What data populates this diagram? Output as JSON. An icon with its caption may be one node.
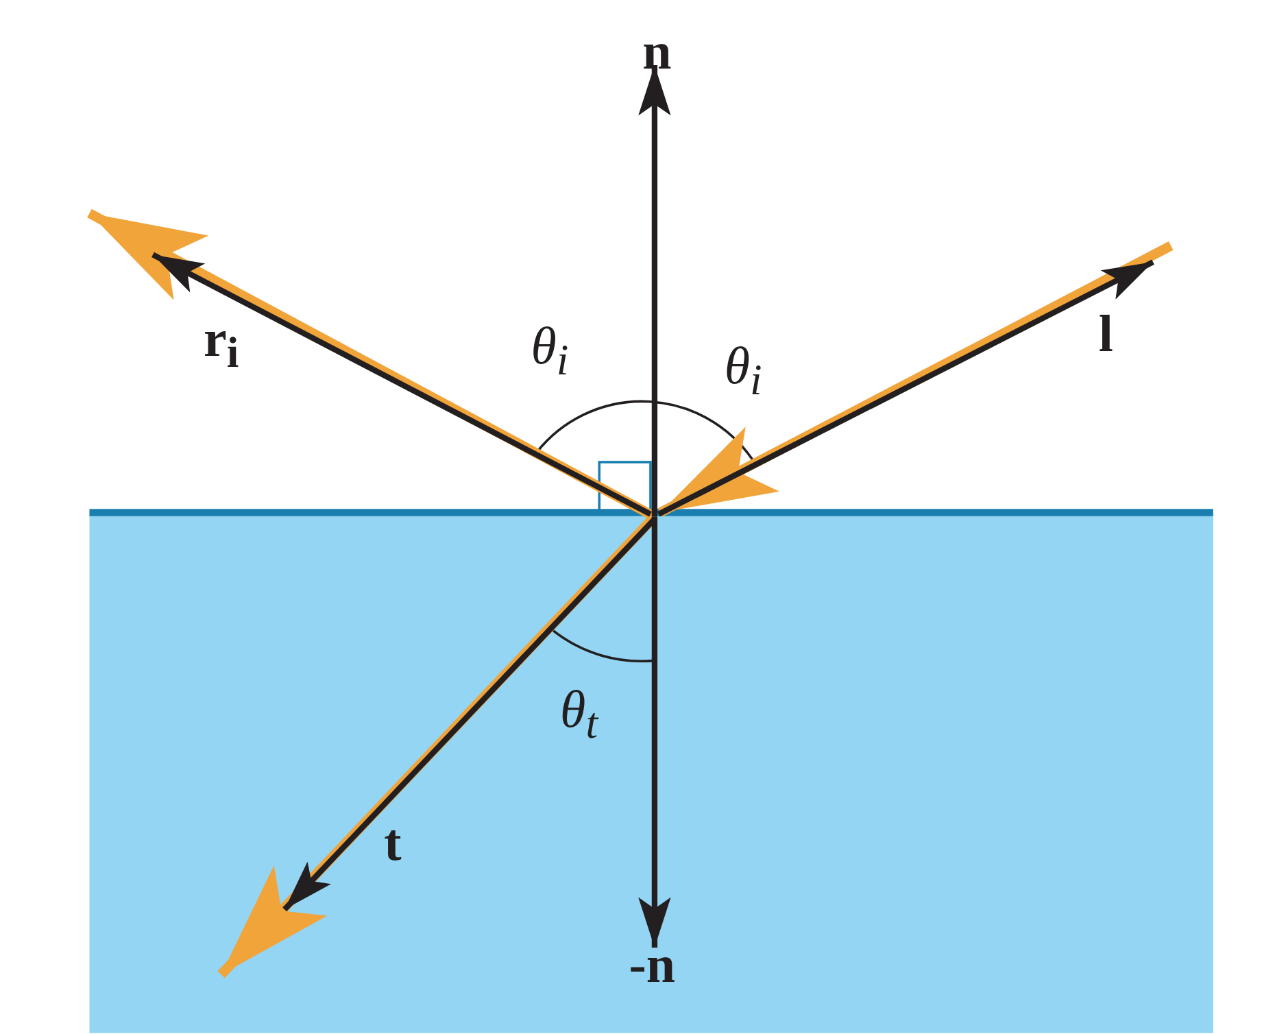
{
  "diagram": {
    "labels": [
      "n",
      "θ$_{i}$",
      "r$_{i}$",
      "θ$_{i}$",
      "l",
      "θ$_{t}$",
      "t",
      "-n"
    ]
  }
}
